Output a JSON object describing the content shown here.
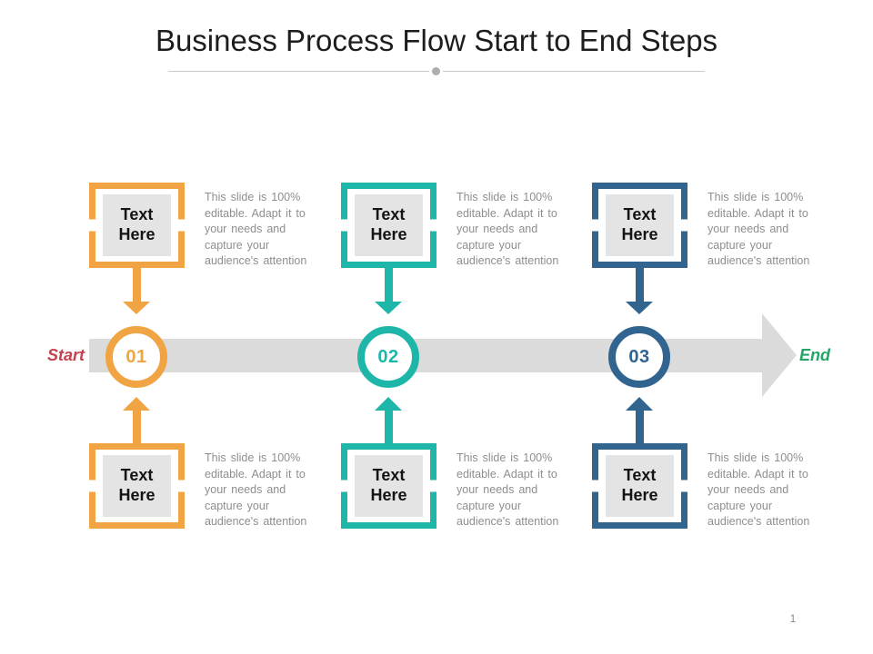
{
  "slide": {
    "title": "Business Process Flow Start to End Steps",
    "page_number": "1"
  },
  "timeline": {
    "start_label": "Start",
    "end_label": "End",
    "start_color": "#c4424e",
    "end_color": "#24a566",
    "band_color": "#dbdbdb"
  },
  "note": {
    "lines": [
      "This slide is 100%",
      "editable. Adapt it to",
      "your needs and",
      "capture your",
      "audience's attention"
    ]
  },
  "steps": [
    {
      "number": "01",
      "color": "#f0a444",
      "top_card_label": "Text Here",
      "bottom_card_label": "Text Here"
    },
    {
      "number": "02",
      "color": "#1fb6aa",
      "top_card_label": "Text Here",
      "bottom_card_label": "Text Here"
    },
    {
      "number": "03",
      "color": "#31658f",
      "top_card_label": "Text Here",
      "bottom_card_label": "Text Here"
    }
  ]
}
